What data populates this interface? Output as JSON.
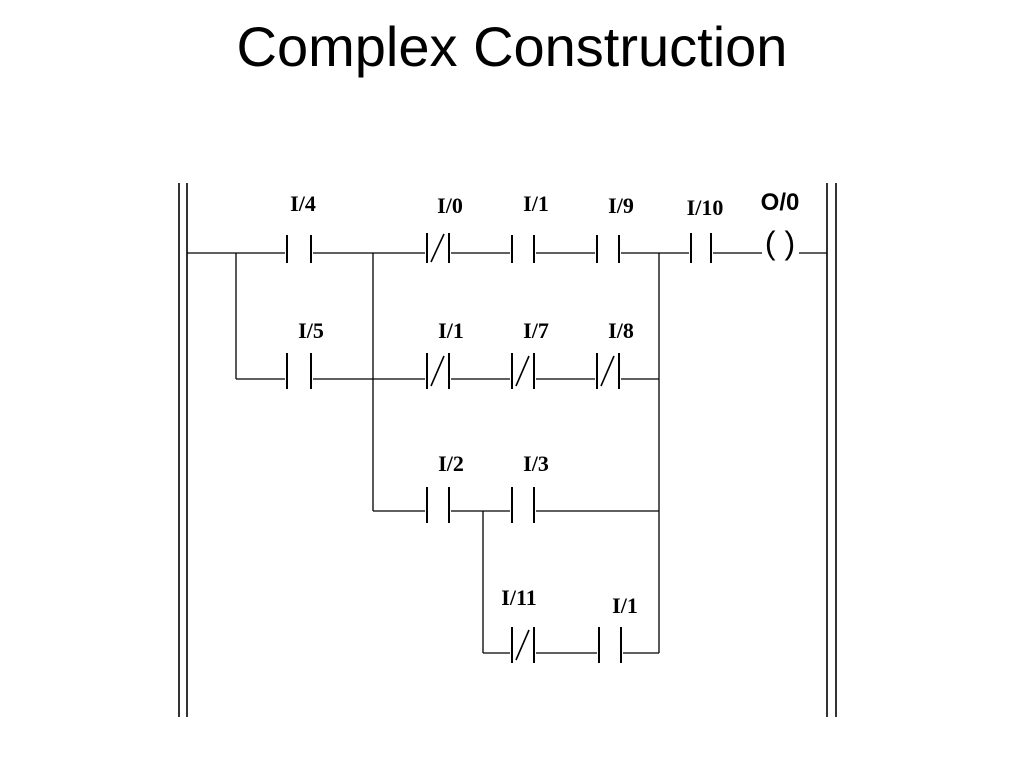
{
  "title": "Complex Construction",
  "contacts": {
    "I4": "I/4",
    "I0": "I/0",
    "I1_rung1": "I/1",
    "I9": "I/9",
    "I10": "I/10",
    "I5": "I/5",
    "I1_rung2": "I/1",
    "I7": "I/7",
    "I8": "I/8",
    "I2": "I/2",
    "I3": "I/3",
    "I11": "I/11",
    "I1_rung4": "I/1"
  },
  "coil": {
    "label": "O/0",
    "symbol": "( )"
  },
  "colors": {
    "line": "#000000",
    "background": "#ffffff"
  }
}
